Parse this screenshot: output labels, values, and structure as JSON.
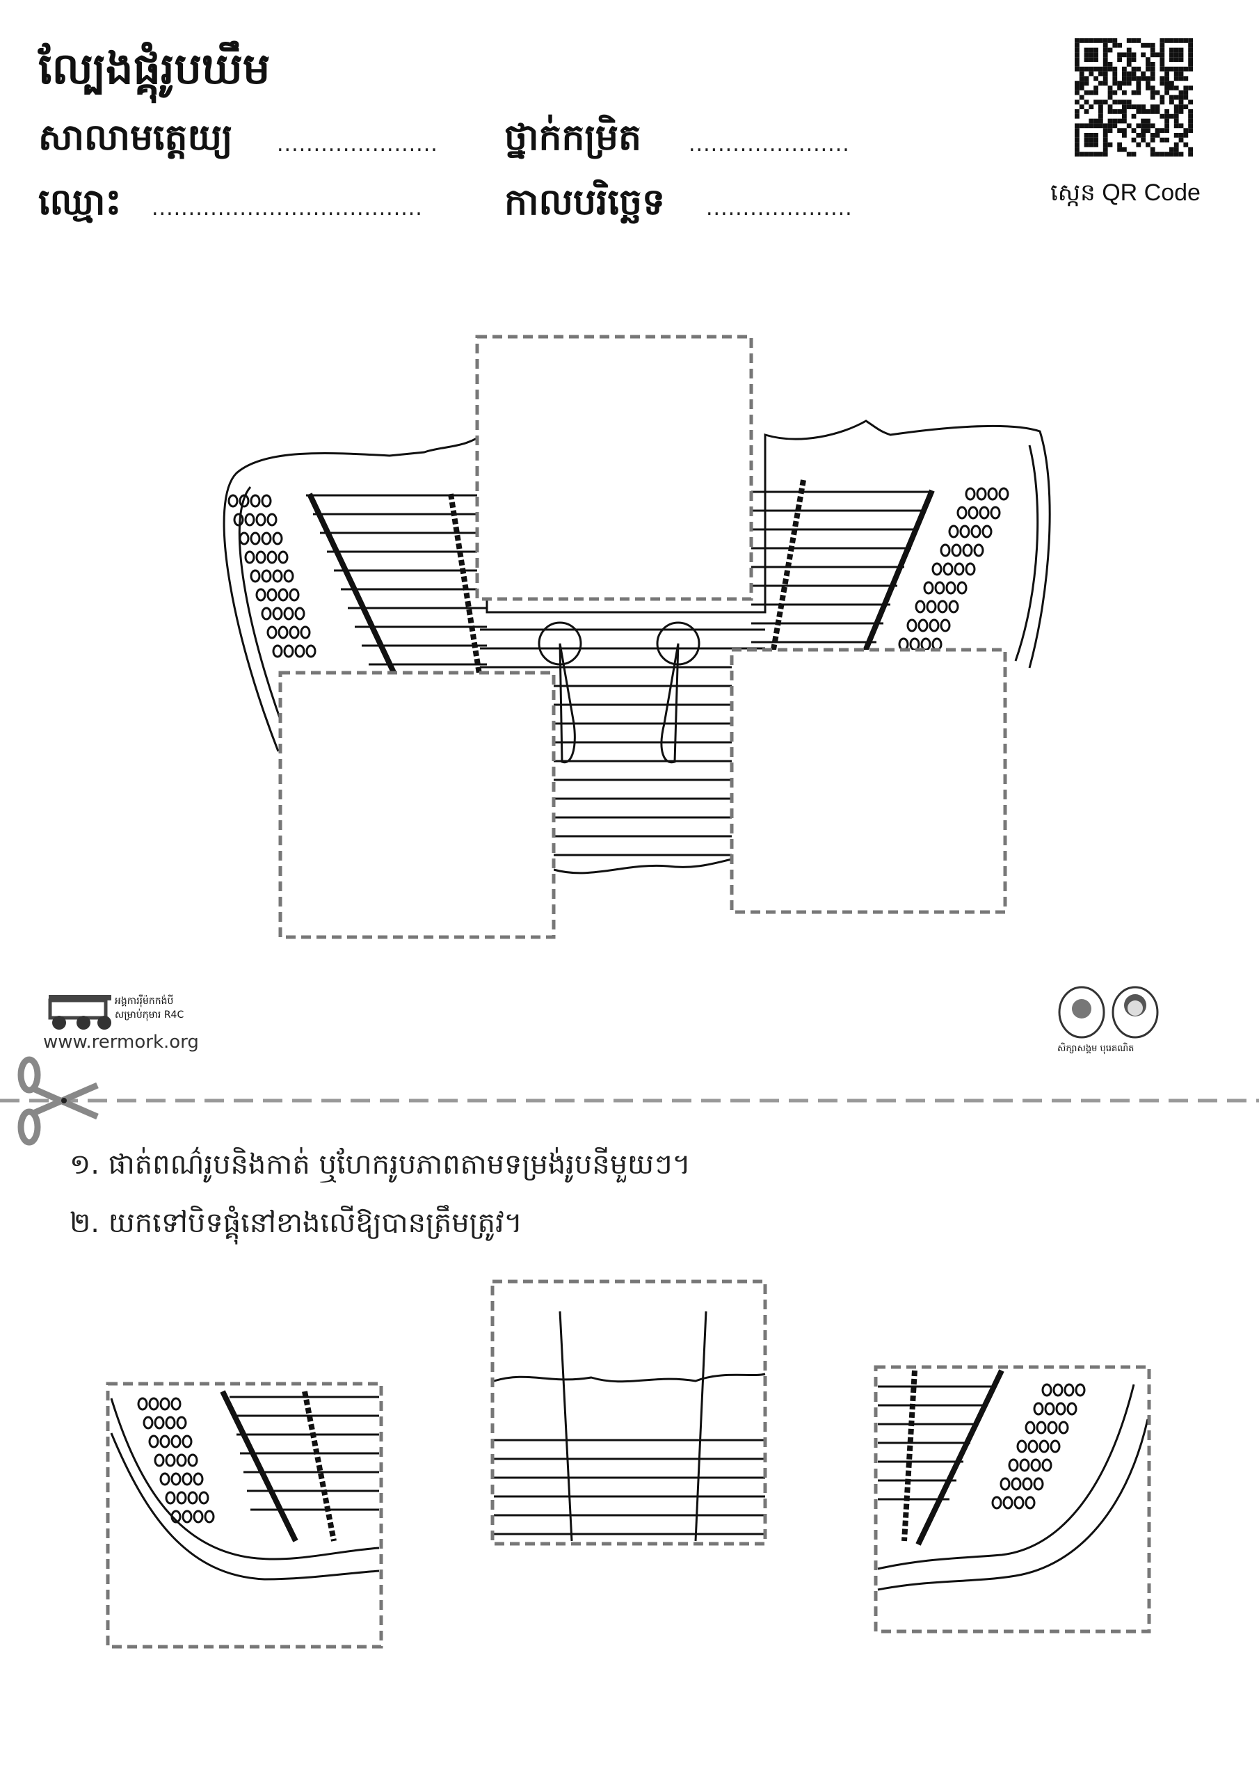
{
  "header": {
    "title": "ល្បែងផ្គុំរូបឃឹម",
    "fields": [
      {
        "label": "សាលាមត្តេយ្យ",
        "blank": "......................"
      },
      {
        "label": "ថ្នាក់កម្រិត",
        "blank": "......................"
      },
      {
        "label": "ឈ្មោះ",
        "blank": "....................................."
      },
      {
        "label": "កាលបរិច្ឆេទ",
        "blank": "...................."
      }
    ],
    "qr_caption": "ស្កេន QR Code"
  },
  "footer_logos": {
    "left_org": "អង្គការរ៉ឺម៉កកង់បី",
    "left_org2": "សម្រាប់កុមារ R4C",
    "website": "www.rermork.org",
    "right_caption": "សិក្សាសង្គម  បុរេគណិត"
  },
  "instructions": [
    "១. ផាត់ពណ៌រូបនិងកាត់ ឬហែករូបភាពតាមទម្រង់រូបនីមួយៗ។",
    "២. យកទៅបិទផ្គុំនៅខាងលើឱ្យបានត្រឹមត្រូវ។"
  ],
  "icons": {
    "scissors": "scissors-icon",
    "qr": "qr-code-icon"
  }
}
